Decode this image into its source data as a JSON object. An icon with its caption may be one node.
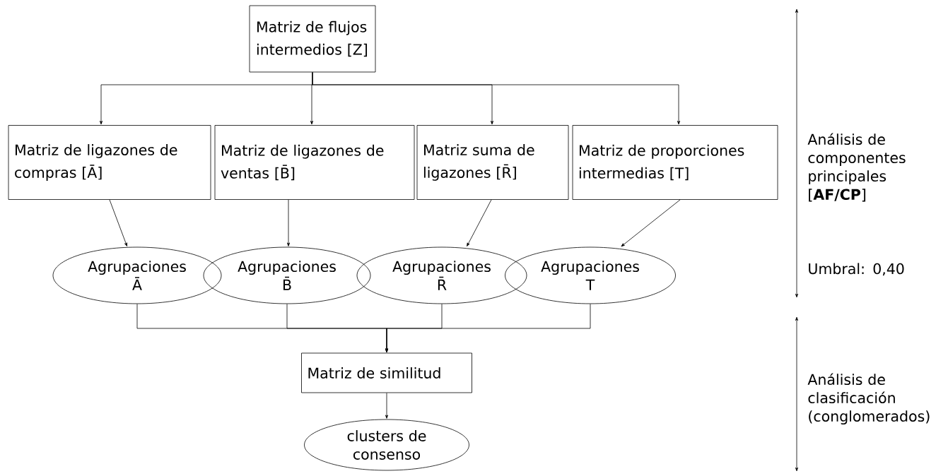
{
  "diagram": {
    "nodes": [
      {
        "text": [
          "Matriz de flujos intermedios [Z]"
        ]
      },
      {
        "text": [
          "Matriz de ligazones de compras [Ā]"
        ]
      },
      {
        "text": [
          "Matriz de ligazones de ventas [B̄]"
        ]
      },
      {
        "text": [
          "Matriz suma de ligazones [R̄]"
        ]
      },
      {
        "text": [
          "Matriz de proporciones intermedias [T]"
        ]
      },
      {
        "text": [
          "Agrupaciones Ā"
        ]
      },
      {
        "text": [
          "Agrupaciones B̄"
        ]
      },
      {
        "text": [
          "Agrupaciones R̄"
        ]
      },
      {
        "text": [
          "Agrupaciones T"
        ]
      },
      {
        "text": [
          "Matriz de similitud"
        ]
      },
      {
        "text": [
          "clusters de consenso"
        ]
      }
    ],
    "edges": [
      {
        "from": 0,
        "to": 1,
        "arrow": "to"
      },
      {
        "from": 0,
        "to": 2,
        "arrow": "to"
      },
      {
        "from": 0,
        "to": 3,
        "arrow": "to"
      },
      {
        "from": 0,
        "to": 4,
        "arrow": "to"
      },
      {
        "from": 1,
        "to": 5,
        "arrow": "to"
      },
      {
        "from": 2,
        "to": 6,
        "arrow": "to"
      },
      {
        "from": 3,
        "to": 7,
        "arrow": "to"
      },
      {
        "from": 4,
        "to": 8,
        "arrow": "to"
      },
      {
        "from": 5,
        "to": 9,
        "arrow": "to"
      },
      {
        "from": 6,
        "to": 9,
        "arrow": "to"
      },
      {
        "from": 7,
        "to": 9,
        "arrow": "to"
      },
      {
        "from": 8,
        "to": 9,
        "arrow": "to"
      },
      {
        "from": 9,
        "to": 10,
        "arrow": "to"
      }
    ],
    "labels": [
      "Análisis de componentes principales [**AF/CP**]",
      "Umbral: 0,40",
      "Análisis de clasificación (conglomerados)"
    ]
  }
}
